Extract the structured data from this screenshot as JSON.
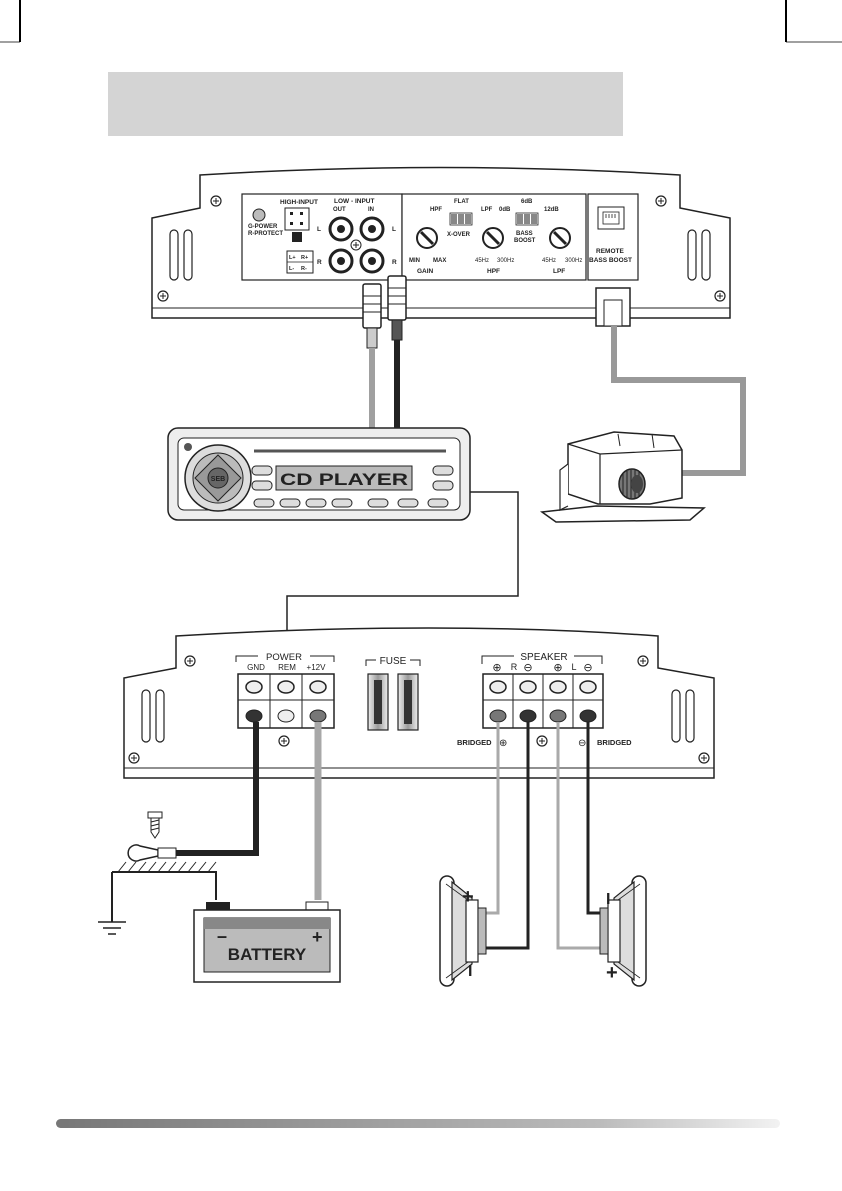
{
  "top_panel": {
    "high_input": "HIGH-INPUT",
    "low_input": "LOW - INPUT",
    "out": "OUT",
    "in": "IN",
    "l": "L",
    "r": "R",
    "g_power": "G-POWER",
    "r_protect": "R-PROTECT",
    "lplus": "L+",
    "rplus": "R+",
    "lminus": "L-",
    "rminus": "R-",
    "hpf": "HPF",
    "flat": "FLAT",
    "lpf": "LPF",
    "xover": "X-OVER",
    "db0": "0dB",
    "db6": "6dB",
    "db12": "12dB",
    "bass_boost": "BASS",
    "bass_boost2": "BOOST",
    "min": "MIN",
    "max": "MAX",
    "gain": "GAIN",
    "hz45a": "45Hz",
    "hz300a": "300Hz",
    "hpf_knob": "HPF",
    "hz45b": "45Hz",
    "hz300b": "300Hz",
    "lpf_knob": "LPF",
    "remote": "REMOTE",
    "remote_bass": "BASS BOOST"
  },
  "cd_player": {
    "display": "CD PLAYER",
    "logo": "SEB"
  },
  "bottom_panel": {
    "power": "POWER",
    "gnd": "GND",
    "rem": "REM",
    "v12": "+12V",
    "fuse": "FUSE",
    "speaker": "SPEAKER",
    "plus1": "⊕",
    "r": "R",
    "minus1": "⊖",
    "plus2": "⊕",
    "l": "L",
    "minus2": "⊖",
    "bridged_left": "BRIDGED",
    "bridged_right": "BRIDGED",
    "bridged_plus": "⊕",
    "bridged_minus": "⊖"
  },
  "battery": {
    "label": "BATTERY",
    "minus": "–",
    "plus": "+"
  },
  "speakers": {
    "left_plus": "+",
    "left_minus": "I",
    "right_plus": "+",
    "right_minus": "I"
  }
}
